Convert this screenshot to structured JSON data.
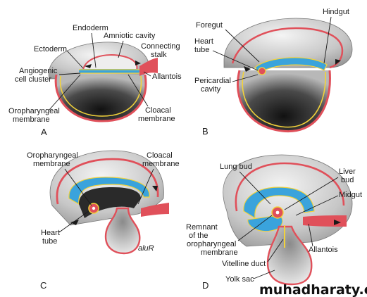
{
  "colors": {
    "outer_membrane": "#e0505a",
    "amnion_fill": "#9a9a9a",
    "yolk_dark": "#2c2c2c",
    "endoderm": "#3aa3dc",
    "inner_line": "#f2d23a",
    "background": "#ffffff"
  },
  "panels": {
    "A": {
      "letter": "A",
      "labels": {
        "endoderm": "Endoderm",
        "amniotic_cavity": "Amniotic cavity",
        "ectoderm": "Ectoderm",
        "connecting_stalk_1": "Connecting",
        "connecting_stalk_2": "stalk",
        "angiogenic_1": "Angiogenic",
        "angiogenic_2": "cell cluster",
        "allantois": "Allantois",
        "oropharyngeal_1": "Oropharyngeal",
        "oropharyngeal_2": "membrane",
        "cloacal_1": "Cloacal",
        "cloacal_2": "membrane"
      }
    },
    "B": {
      "letter": "B",
      "labels": {
        "foregut": "Foregut",
        "hindgut": "Hindgut",
        "heart_tube_1": "Heart",
        "heart_tube_2": "tube",
        "pericardial_1": "Pericardial",
        "pericardial_2": "cavity"
      }
    },
    "C": {
      "letter": "C",
      "labels": {
        "oropharyngeal_1": "Oropharyngeal",
        "oropharyngeal_2": "membrane",
        "cloacal_1": "Cloacal",
        "cloacal_2": "membrane",
        "heart_tube_1": "Heart",
        "heart_tube_2": "tube"
      }
    },
    "D": {
      "letter": "D",
      "labels": {
        "lung_bud": "Lung bud",
        "liver_bud_1": "Liver",
        "liver_bud_2": "bud",
        "midgut": "Midgut",
        "remnant_1": "Remnant",
        "remnant_2": "of the",
        "remnant_3": "oropharyngeal",
        "remnant_4": "membrane",
        "allantois": "Allantois",
        "vitelline_duct": "Vitelline duct",
        "yolk_sac": "Yolk sac"
      }
    }
  },
  "watermark": "muhadharaty.com"
}
